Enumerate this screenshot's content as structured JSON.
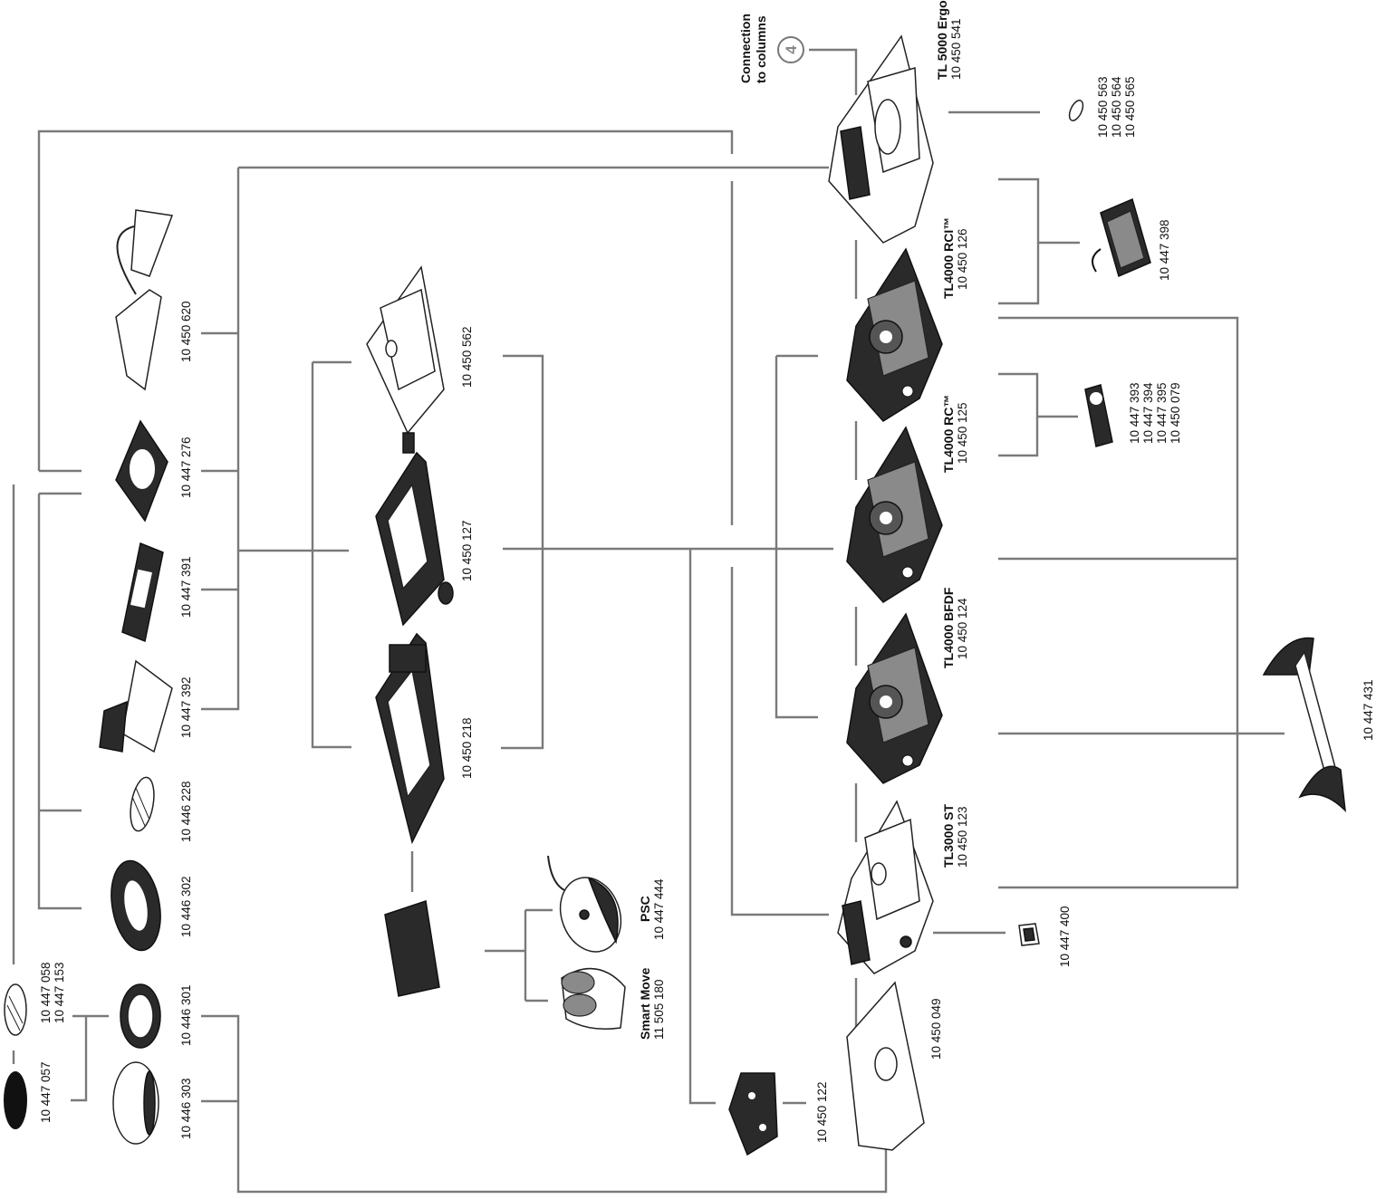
{
  "callout": {
    "connection_line1": "Connection",
    "connection_line2": "to columns",
    "number": "4"
  },
  "products": {
    "tl5000_name": "TL 5000 Ergo",
    "tl5000_code": "10 450 541",
    "tl4000rci_name": "TL4000 RCI™",
    "tl4000rci_code": "10 450 126",
    "tl4000rc_name": "TL4000 RC™",
    "tl4000rc_code": "10 450 125",
    "tl4000bfdf_name": "TL4000 BFDF",
    "tl4000bfdf_code": "10 450 124",
    "tl3000st_name": "TL3000 ST",
    "tl3000st_code": "10 450 123",
    "psc_name": "PSC",
    "psc_code": "10 447 444",
    "smartmove_name": "Smart Move",
    "smartmove_code": "11 505 180"
  },
  "codes": {
    "c10450563": "10 450 563",
    "c10450564": "10 450 564",
    "c10450565": "10 450 565",
    "c10447398": "10 447 398",
    "c10447393": "10 447 393",
    "c10447394": "10 447 394",
    "c10447395": "10 447 395",
    "c10450079": "10 450 079",
    "c10447431": "10 447 431",
    "c10447400": "10 447 400",
    "c10450049": "10 450 049",
    "c10450122": "10 450 122",
    "c10450562": "10 450 562",
    "c10450127": "10 450 127",
    "c10450218": "10 450 218",
    "c10450620": "10 450 620",
    "c10447276": "10 447 276",
    "c10447391": "10 447 391",
    "c10447392": "10 447 392",
    "c10446228": "10 446 228",
    "c10446302": "10 446 302",
    "c10446301": "10 446 301",
    "c10446303": "10 446 303",
    "c10447058": "10 447 058",
    "c10447153": "10 447 153",
    "c10447057": "10 447 057"
  }
}
